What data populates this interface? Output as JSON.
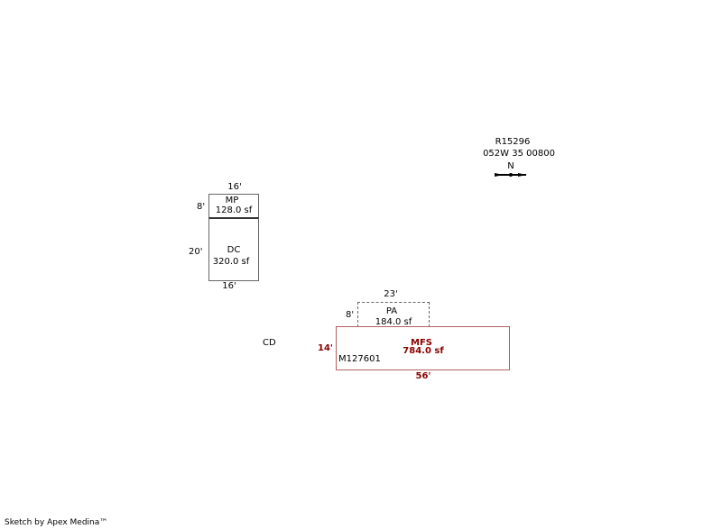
{
  "header": {
    "parcel_id": "R15296",
    "legal": "052W 35  00800",
    "north_label": "N"
  },
  "areas": {
    "mp": {
      "code": "MP",
      "area": "128.0 sf",
      "width": "16'",
      "depth": "8'"
    },
    "dc": {
      "code": "DC",
      "area": "320.0 sf",
      "width": "16'",
      "depth": "20'"
    },
    "pa": {
      "code": "PA",
      "area": "184.0 sf",
      "width": "23'",
      "depth": "8'"
    },
    "mfs": {
      "code": "MFS",
      "area": "784.0 sf",
      "width": "56'",
      "depth": "14'",
      "id": "M127601"
    }
  },
  "cd_label": "CD",
  "footer": "Sketch by Apex Medina™",
  "colors": {
    "main": "#8b0000",
    "outline": "#666666"
  }
}
